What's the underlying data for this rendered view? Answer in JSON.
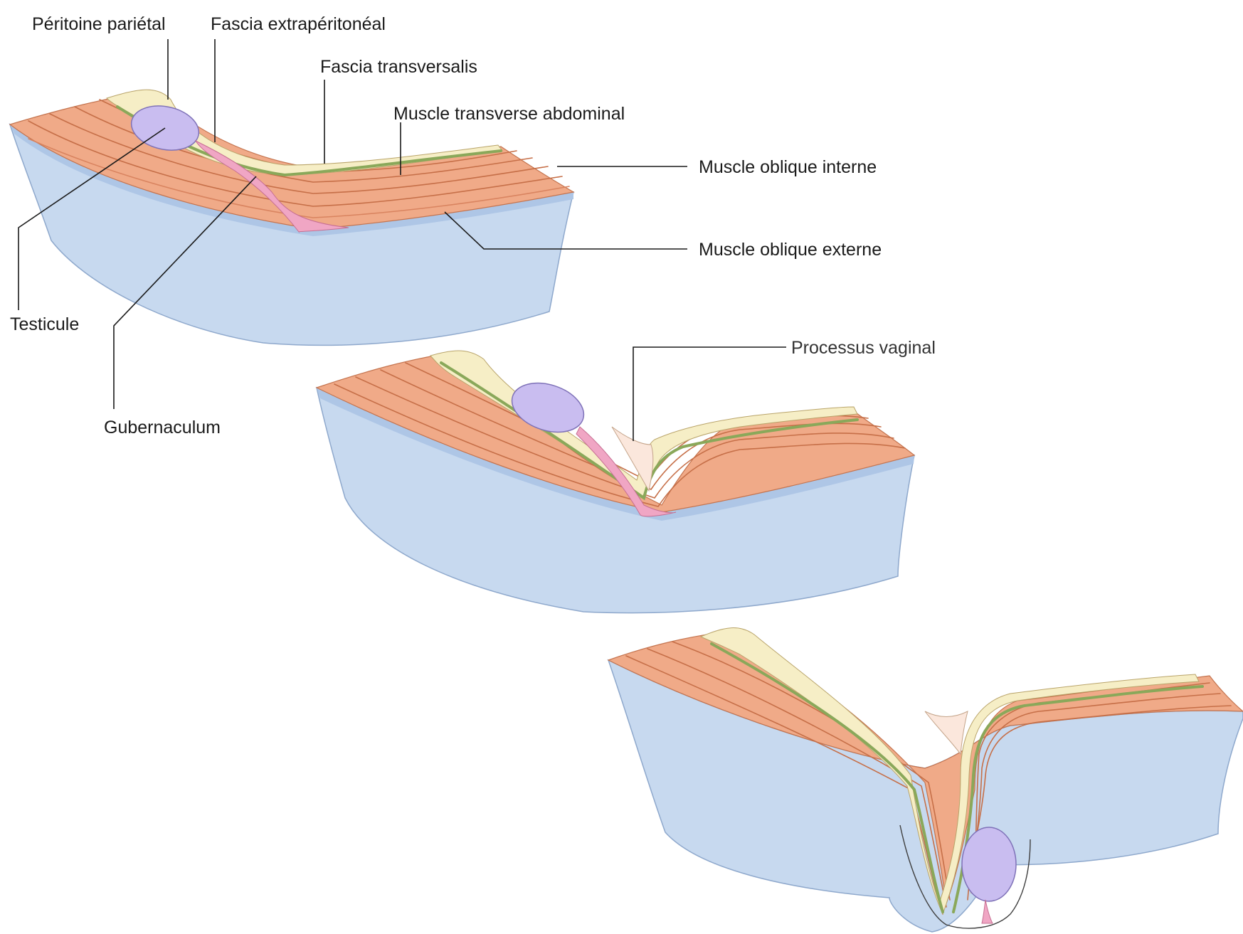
{
  "labels": {
    "peritoine_parietal": "Péritoine pariétal",
    "fascia_extraperitoneal": "Fascia extrapéritonéal",
    "fascia_transversalis": "Fascia transversalis",
    "muscle_transverse_abdominal": "Muscle transverse abdominal",
    "muscle_oblique_interne": "Muscle oblique interne",
    "muscle_oblique_externe": "Muscle oblique externe",
    "testicule": "Testicule",
    "gubernaculum": "Gubernaculum",
    "processus_vaginal": "Processus vaginal"
  },
  "colors": {
    "skin_blue": "#c7d9ef",
    "skin_edge": "#9fb9dc",
    "muscle_salmon": "#f0aa88",
    "muscle_light": "#f7c7ae",
    "fascia_cream": "#f6eec6",
    "fascia_green": "#9bb56a",
    "testis_lilac": "#c9bdf0",
    "gubernaculum_pink": "#f0a6c4"
  }
}
